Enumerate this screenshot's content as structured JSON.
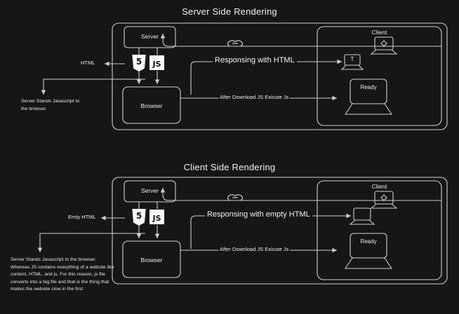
{
  "background_color": "#161616",
  "stroke_color": "#cfcfcf",
  "text_color": "#ececec",
  "badge_bg": "#fafafa",
  "badge_fg": "#151515",
  "panels": [
    {
      "id": "ssr",
      "title": "Server Side Rendering",
      "server_label": "Server",
      "browser_label": "Browser",
      "client_label": "Client",
      "ready_label": "Ready",
      "html_badge_label": "5",
      "js_badge_label": "JS",
      "left_arrow_label": "HTML",
      "response_label": "Responsing with HTML",
      "execute_label": "After Download JS Exicute Js",
      "note": "Server Stands Javascript  to the browser",
      "link_icon": "chain-link-icon",
      "client_laptop_glyph": "gear-icon",
      "response_laptop_glyph": "T"
    },
    {
      "id": "csr",
      "title": "Client Side Rendering",
      "server_label": "Server",
      "browser_label": "Browser",
      "client_label": "Client",
      "ready_label": "Ready",
      "html_badge_label": "5",
      "js_badge_label": "JS",
      "left_arrow_label": "Emty HTML",
      "response_label": "Responsing with empty HTML",
      "execute_label": "After Download JS Exicute Js",
      "note": "Server Stands Javascript to the browser. Whereas JS contains everything of a website like content, HTML, and js. For this reason, js file converts into a big file and that is the thing that makes the website slow in the first",
      "link_icon": "chain-link-icon",
      "client_laptop_glyph": "gear-icon",
      "response_laptop_glyph": ""
    }
  ]
}
